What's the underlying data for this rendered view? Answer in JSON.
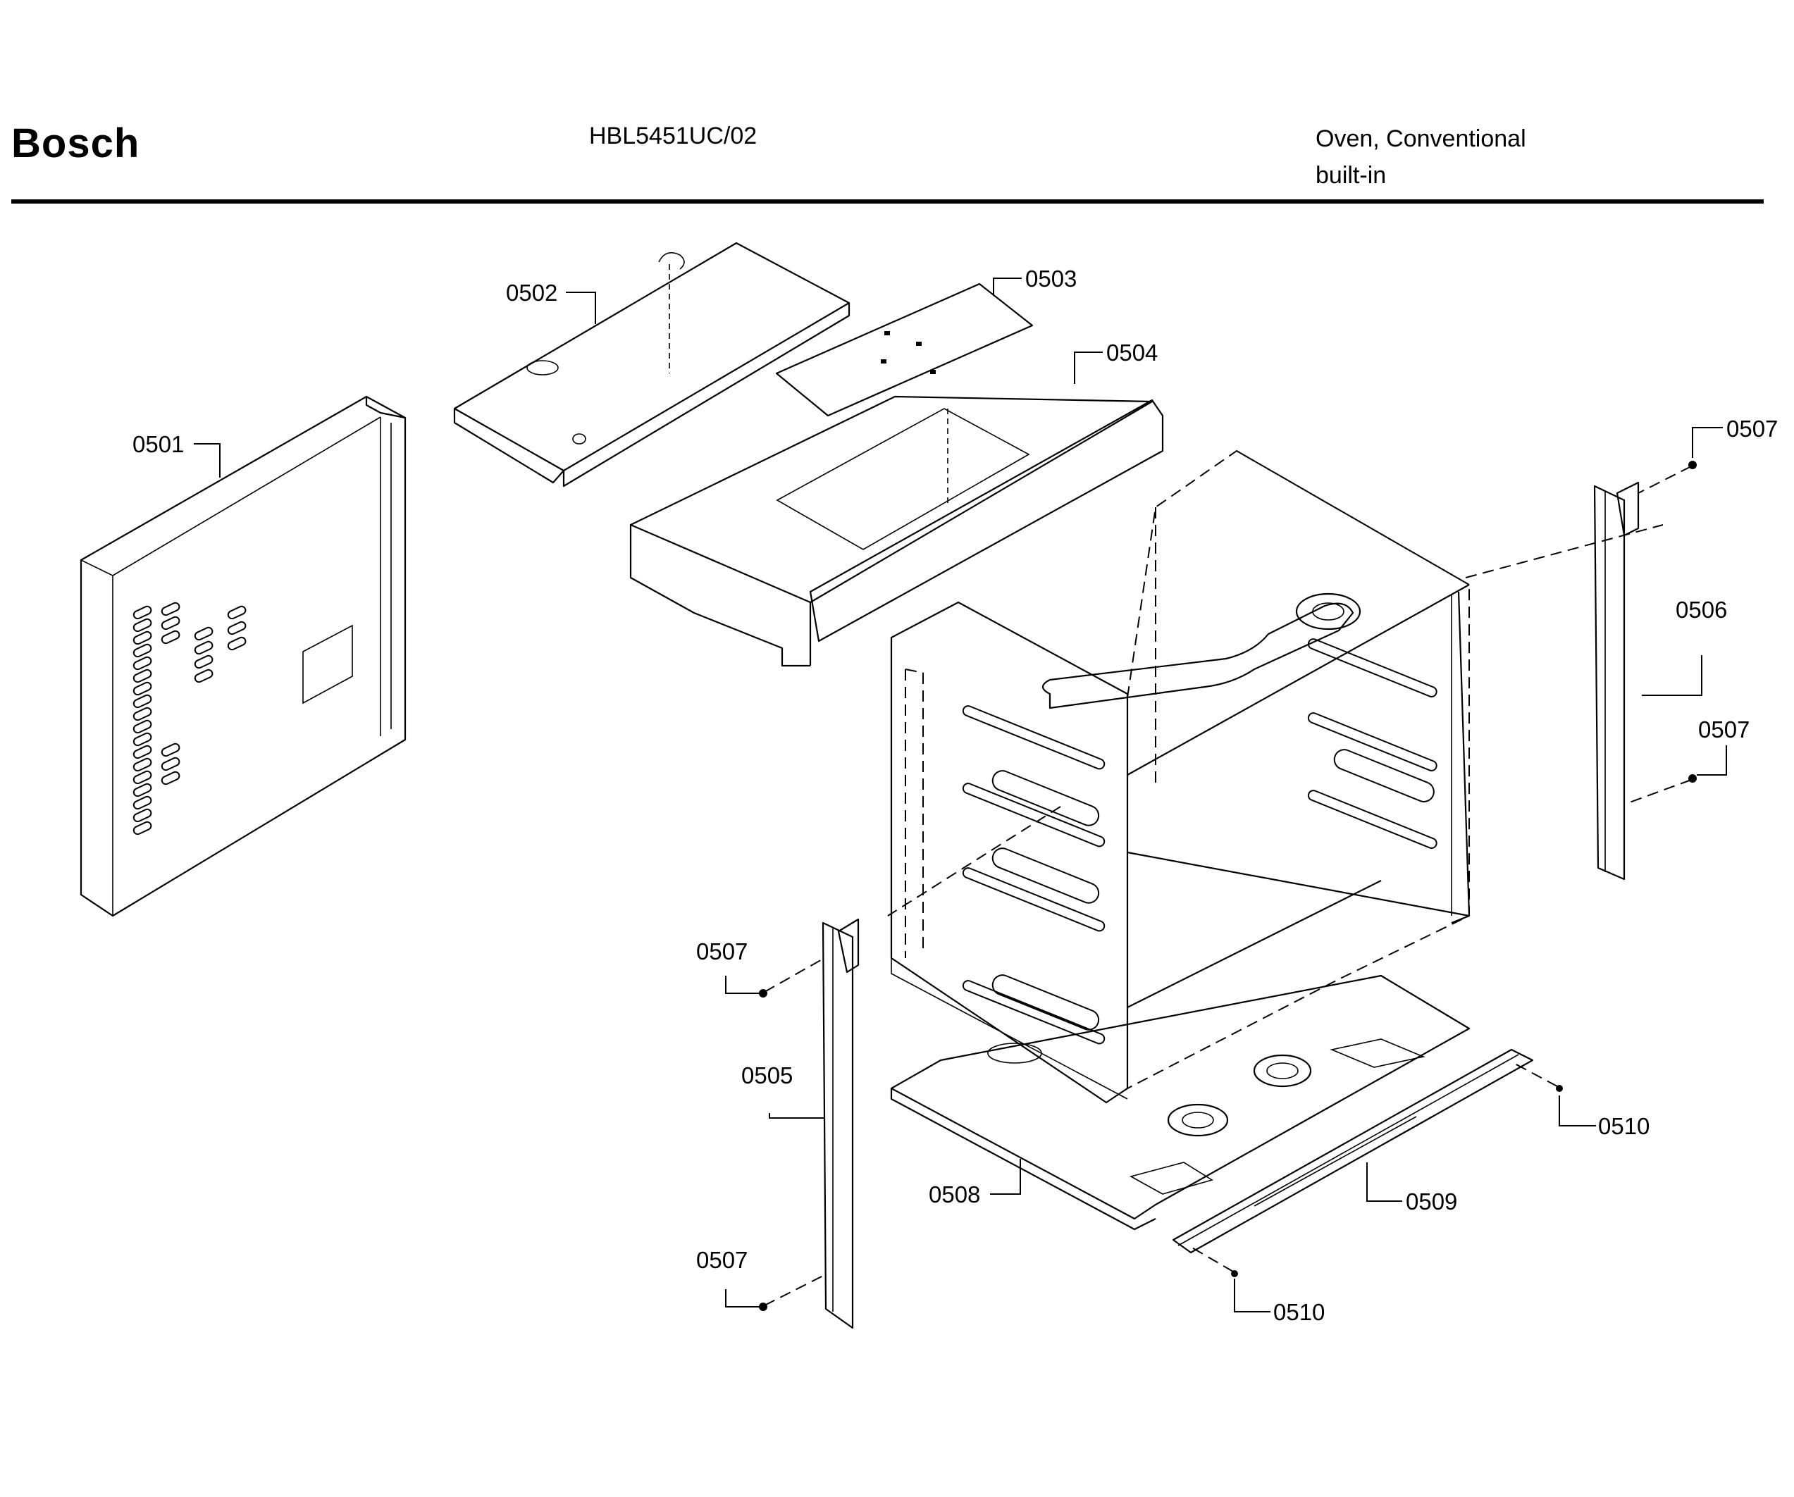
{
  "header": {
    "brand": "Bosch",
    "model": "HBL5451UC/02",
    "product_type_line1": "Oven, Conventional",
    "product_type_line2": "built-in"
  },
  "parts": [
    {
      "id": "p0501",
      "label": "0501"
    },
    {
      "id": "p0502",
      "label": "0502"
    },
    {
      "id": "p0503",
      "label": "0503"
    },
    {
      "id": "p0504",
      "label": "0504"
    },
    {
      "id": "p0505",
      "label": "0505"
    },
    {
      "id": "p0506",
      "label": "0506"
    },
    {
      "id": "p0507a",
      "label": "0507"
    },
    {
      "id": "p0507b",
      "label": "0507"
    },
    {
      "id": "p0507c",
      "label": "0507"
    },
    {
      "id": "p0507d",
      "label": "0507"
    },
    {
      "id": "p0508",
      "label": "0508"
    },
    {
      "id": "p0509",
      "label": "0509"
    },
    {
      "id": "p0510a",
      "label": "0510"
    },
    {
      "id": "p0510b",
      "label": "0510"
    }
  ]
}
